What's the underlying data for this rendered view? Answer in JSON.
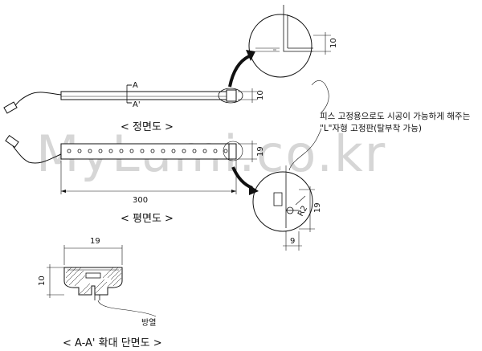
{
  "watermark": "MyLumi.co.kr",
  "front_view": {
    "title": "< 정면도 >",
    "section_mark_top": "A",
    "section_mark_bottom": "A'",
    "height_dim": "10"
  },
  "plan_view": {
    "title": "< 평면도 >",
    "length_dim": "300",
    "width_dim": "19"
  },
  "section_view": {
    "title": "< A-A' 확대 단면도 >",
    "width_dim": "19",
    "height_dim": "10",
    "heat_label": "방열"
  },
  "detail_top": {
    "dim": "10"
  },
  "detail_bottom": {
    "dim_h": "19",
    "dim_w": "9",
    "radius": "R2"
  },
  "note": {
    "line1": "피스 고정용으로도 시공이 가능하게 해주는",
    "line2": "\"L\"자형 고정판(탈부착 가능)"
  }
}
